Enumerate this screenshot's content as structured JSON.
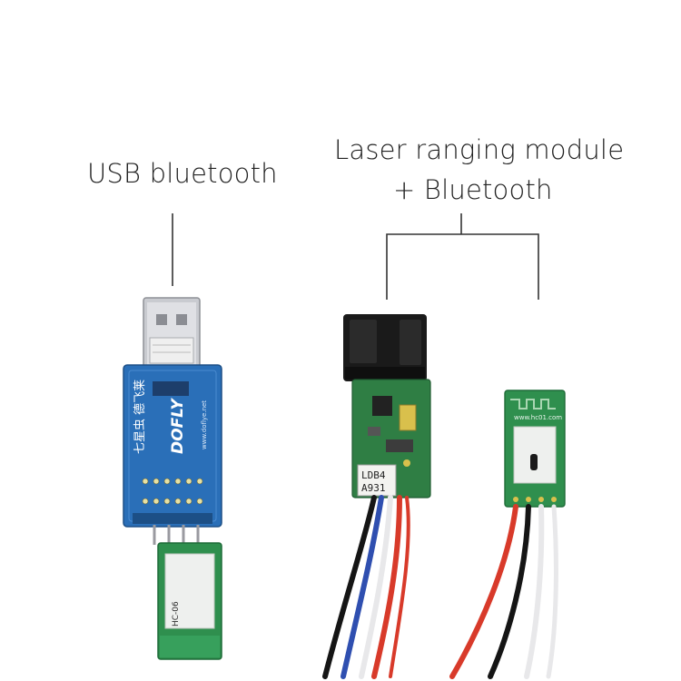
{
  "labels": {
    "usb": "USB bluetooth",
    "laser_line1": "Laser ranging module",
    "laser_line2": "+ Bluetooth"
  },
  "board_markings": {
    "usb_adapter_chinese": "七星虫 德飞莱",
    "usb_adapter_brand": "DOFLY",
    "usb_adapter_url": "www.doflye.net",
    "usb_module_label": "HC-06",
    "laser_sticker_line1": "LDB4",
    "laser_sticker_line2": "A931",
    "bt_module_url": "www.hc01.com"
  },
  "colors": {
    "usb_adapter_pcb": "#2a6fb8",
    "green_pcb": "#2f8f4e",
    "laser_housing": "#1a1a1a",
    "wire_red": "#d83a2a",
    "wire_blue": "#2f4fb0",
    "wire_black": "#151515",
    "wire_white": "#e8e8ea"
  }
}
